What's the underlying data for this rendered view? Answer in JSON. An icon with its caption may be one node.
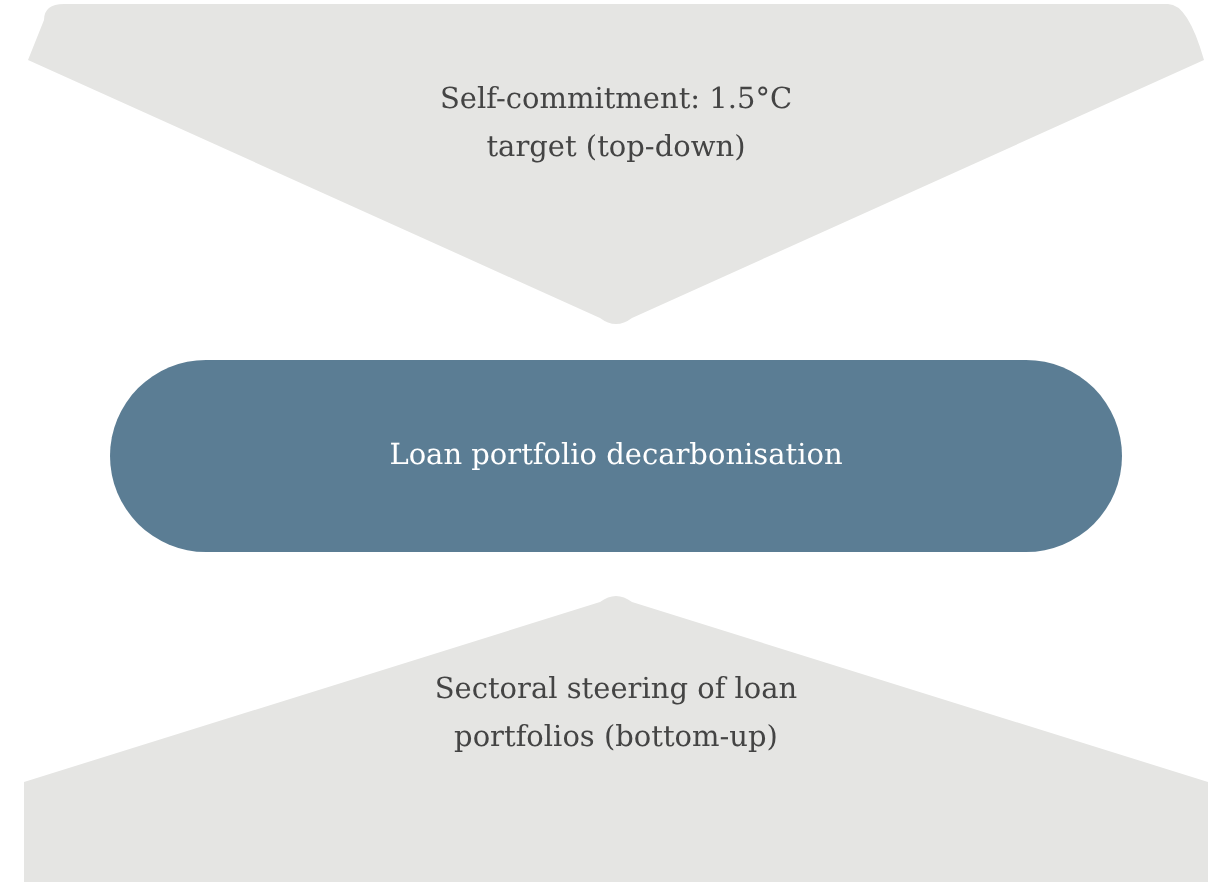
{
  "diagram": {
    "nodes": [
      {
        "text": [
          "Self-commitment: 1.5°C target (top-down)"
        ]
      },
      {
        "text": [
          "Loan portfolio decarbonisation"
        ]
      },
      {
        "text": [
          "Sectoral steering of loan portfolios (bottom-up)"
        ]
      }
    ],
    "edges": []
  }
}
